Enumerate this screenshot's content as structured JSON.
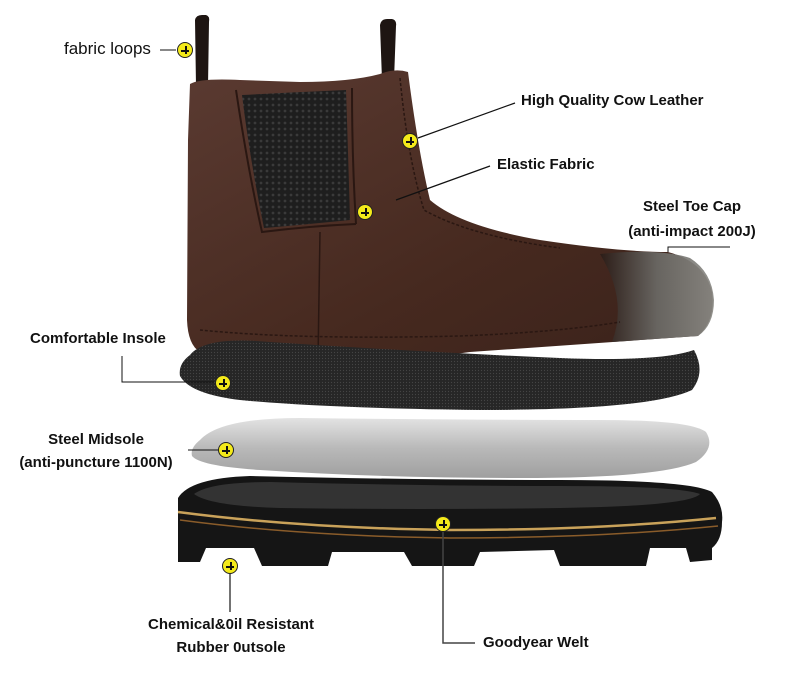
{
  "diagram": {
    "subject": "Chelsea safety work boot exploded view",
    "colors": {
      "marker_fill": "#f4ea1a",
      "leather": "#4a2e27",
      "insole": "#2b2b2b",
      "midsole": "#bdbdbd",
      "outsole": "#151515",
      "welt_stitch": "#c9a25a",
      "text": "#111111"
    },
    "callouts": [
      {
        "id": "fabric-loops",
        "label": "fabric loops"
      },
      {
        "id": "cow-leather",
        "label": "High Quality Cow Leather"
      },
      {
        "id": "elastic-fabric",
        "label": "Elastic Fabric"
      },
      {
        "id": "steel-toe-cap",
        "label": "Steel Toe Cap",
        "sublabel": "(anti-impact 200J)"
      },
      {
        "id": "insole",
        "label": "Comfortable Insole"
      },
      {
        "id": "steel-midsole",
        "label": "Steel Midsole",
        "sublabel": "(anti-puncture 1100N)"
      },
      {
        "id": "outsole",
        "label": "Chemical&0il Resistant",
        "sublabel": "Rubber 0utsole"
      },
      {
        "id": "goodyear-welt",
        "label": "Goodyear Welt"
      }
    ]
  }
}
